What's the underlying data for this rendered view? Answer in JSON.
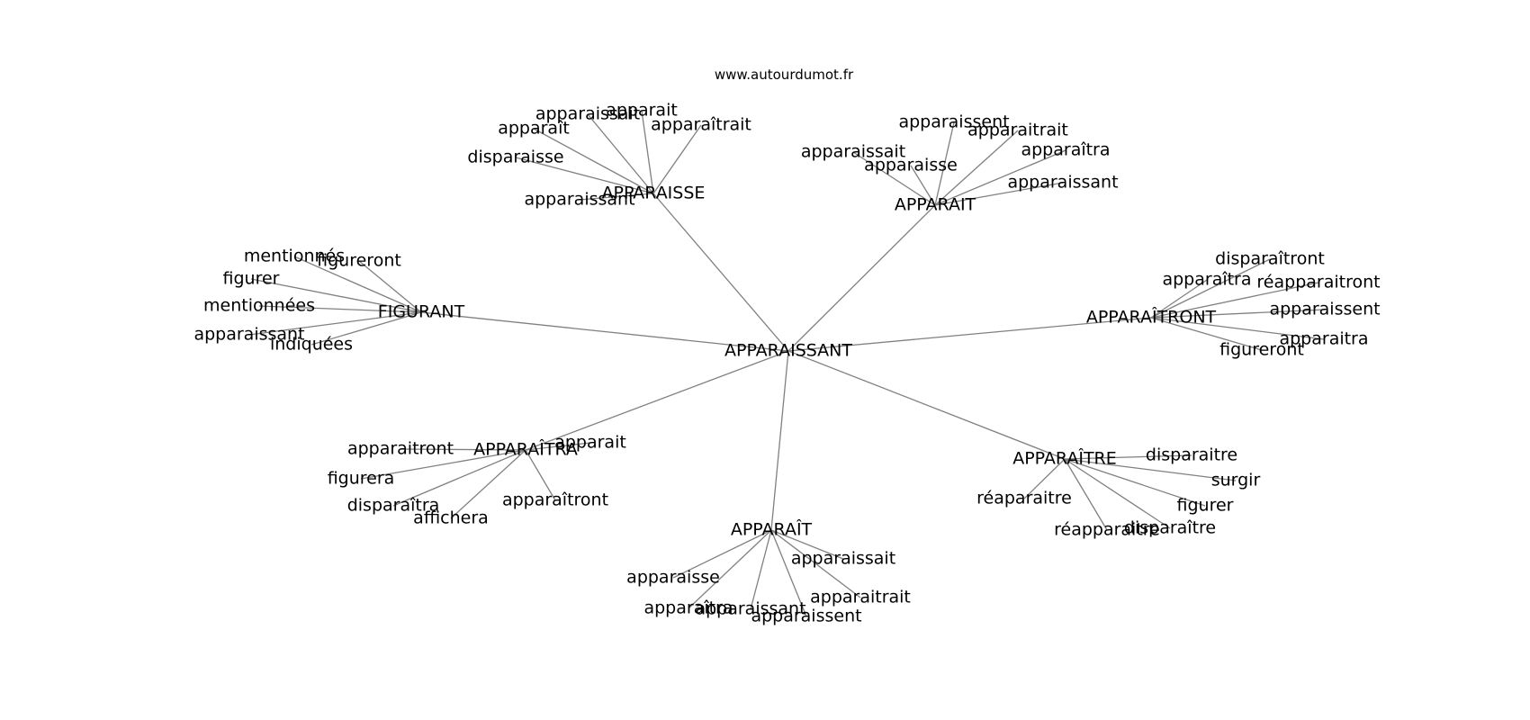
{
  "source": "www.autourdumot.fr",
  "colors": {
    "edge": "#808080",
    "text": "#000000",
    "background": "#ffffff"
  },
  "graph": {
    "center": "APPARAISSANT",
    "hubs": [
      {
        "label": "APPARAISSE",
        "leaves": [
          "apparaissait",
          "apparait",
          "apparaît",
          "apparaîtrait",
          "disparaisse",
          "apparaissant"
        ]
      },
      {
        "label": "APPARAIT",
        "leaves": [
          "apparaissent",
          "apparaitrait",
          "apparaissait",
          "apparaisse",
          "apparaîtra",
          "apparaissant"
        ]
      },
      {
        "label": "FIGURANT",
        "leaves": [
          "mentionnés",
          "figureront",
          "figurer",
          "mentionnées",
          "apparaissant",
          "indiquées"
        ]
      },
      {
        "label": "APPARAÎTRONT",
        "leaves": [
          "disparaîtront",
          "apparaîtra",
          "réapparaitront",
          "apparaissent",
          "apparaitra",
          "figureront"
        ]
      },
      {
        "label": "APPARAÎTRA",
        "leaves": [
          "apparaitront",
          "apparait",
          "figurera",
          "disparaîtra",
          "affichera",
          "apparaîtront"
        ]
      },
      {
        "label": "APPARAÎTRE",
        "leaves": [
          "disparaitre",
          "surgir",
          "réaparaitre",
          "figurer",
          "réapparaitre",
          "disparaître"
        ]
      },
      {
        "label": "APPARAÎT",
        "leaves": [
          "apparaissait",
          "apparaisse",
          "apparaitrait",
          "apparaîtra",
          "apparaissant",
          "apparaissent"
        ]
      }
    ]
  }
}
